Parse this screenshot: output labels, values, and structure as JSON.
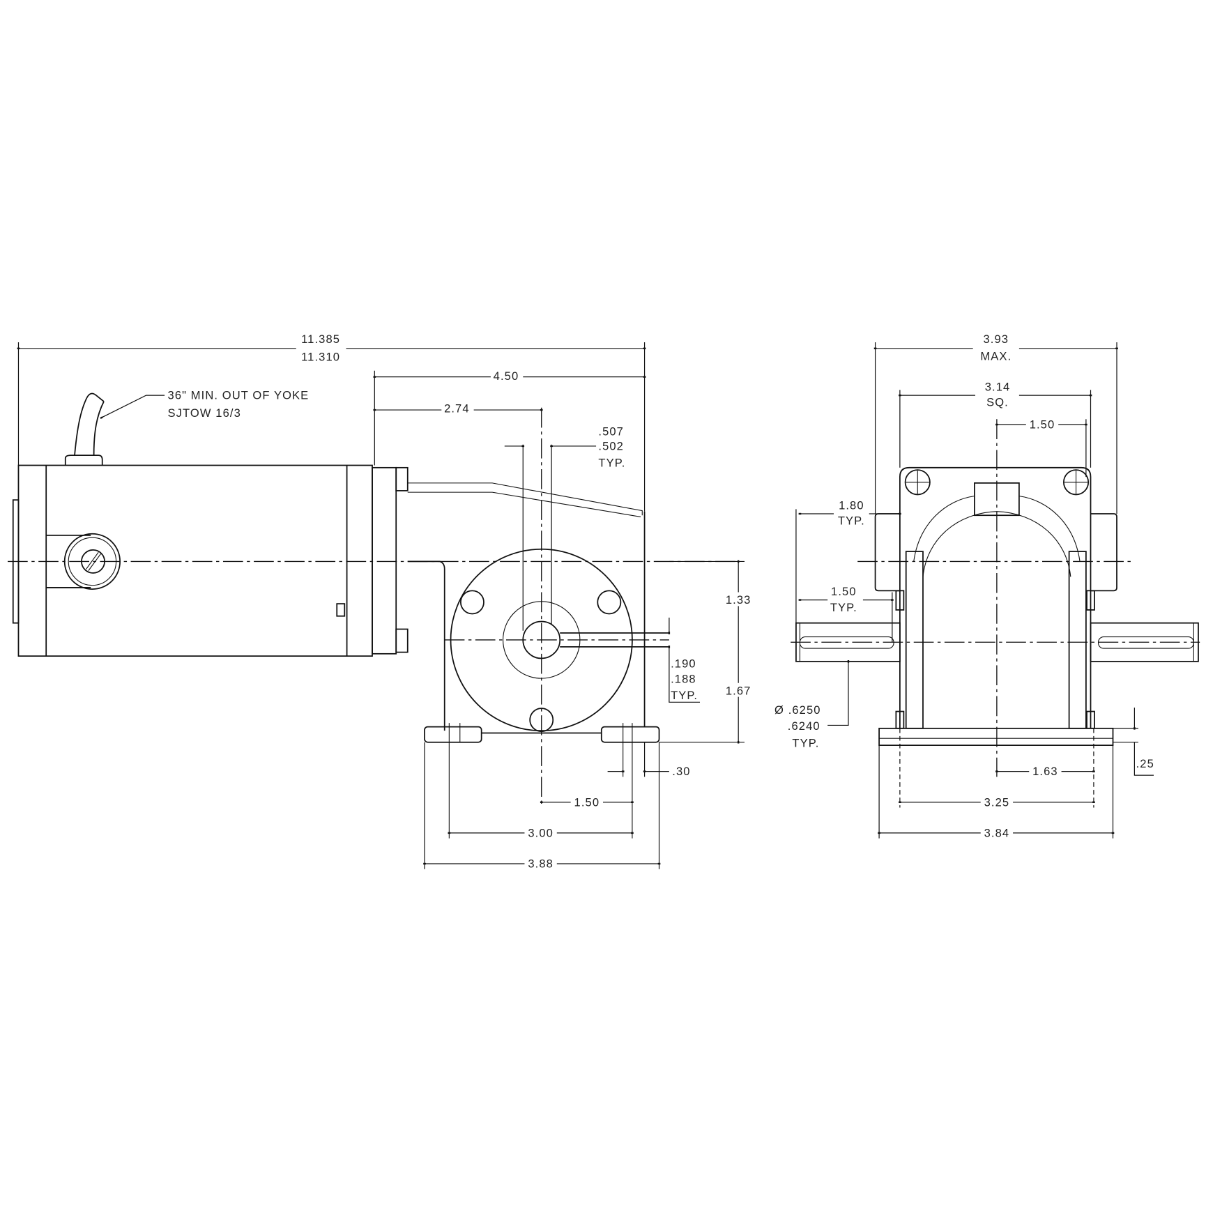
{
  "side_view": {
    "overall_length": {
      "max": "11.385",
      "min": "11.310"
    },
    "gearbox_length": "4.50",
    "shaft_offset": "2.74",
    "shaft_width": {
      "max": ".507",
      "min": ".502",
      "note": "TYP."
    },
    "cable_note": {
      "line1": "36\" MIN. OUT OF YOKE",
      "line2": "SJTOW 16/3"
    },
    "height_upper": "1.33",
    "height_lower": "1.67",
    "key_width": {
      "max": ".190",
      "min": ".188",
      "note": "TYP."
    },
    "foot_slot": ".30",
    "half_mount": "1.50",
    "mount_spacing": "3.00",
    "base_length": "3.88"
  },
  "end_view": {
    "overall_width": {
      "value": "3.93",
      "note": "MAX."
    },
    "flange": {
      "value": "3.14",
      "note": "SQ."
    },
    "flange_half": "1.50",
    "shaft_extension": {
      "value": "1.80",
      "note": "TYP."
    },
    "key_length": {
      "value": "1.50",
      "note": "TYP."
    },
    "shaft_diameter": {
      "max": "Ø .6250",
      "min": ".6240",
      "note": "TYP."
    },
    "base_thickness": ".25",
    "half_mount": "1.63",
    "mount_spacing": "3.25",
    "base_width": "3.84"
  }
}
